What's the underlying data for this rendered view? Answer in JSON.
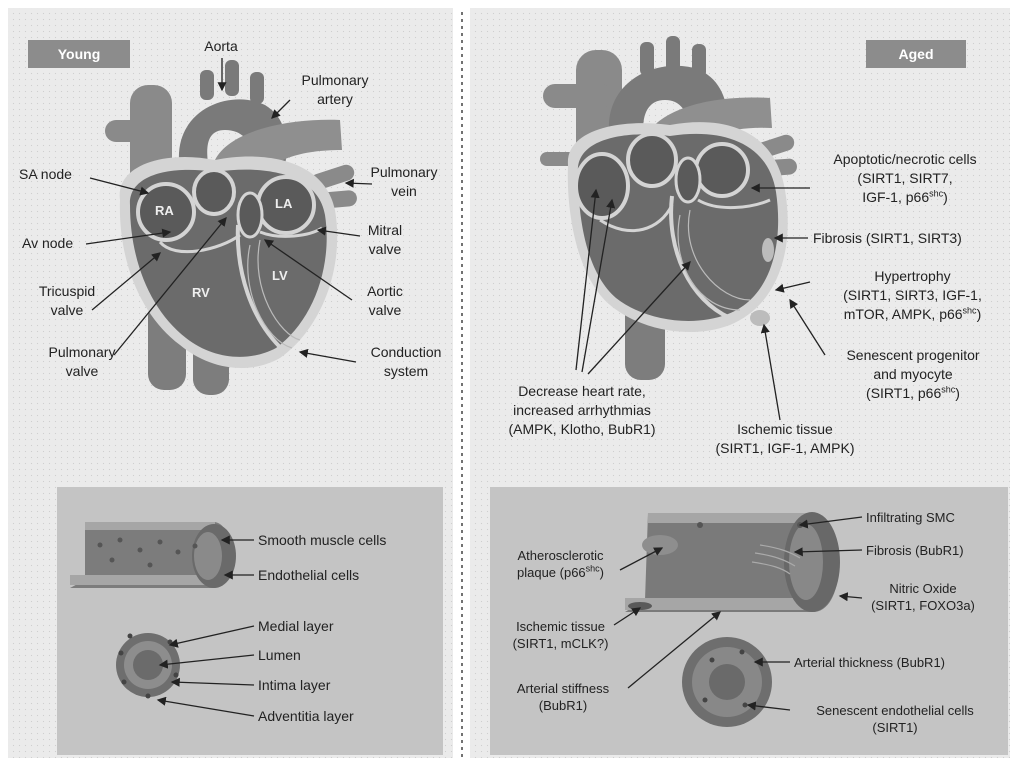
{
  "panels": {
    "young": {
      "tag": "Young"
    },
    "aged": {
      "tag": "Aged"
    }
  },
  "young_heart": {
    "aorta": "Aorta",
    "pulmonary_artery": [
      "Pulmonary",
      "artery"
    ],
    "sa_node": "SA node",
    "pulmonary_vein": [
      "Pulmonary",
      "vein"
    ],
    "av_node": "Av node",
    "mitral_valve": [
      "Mitral",
      "valve"
    ],
    "tricuspid_valve": [
      "Tricuspid",
      "valve"
    ],
    "aortic_valve": [
      "Aortic",
      "valve"
    ],
    "pulmonary_valve": [
      "Pulmonary",
      "valve"
    ],
    "conduction_system": [
      "Conduction",
      "system"
    ],
    "chambers": {
      "ra": "RA",
      "la": "LA",
      "rv": "RV",
      "lv": "LV"
    }
  },
  "aged_heart": {
    "apoptotic": {
      "l1": "Apoptotic/necrotic cells",
      "l2": "(SIRT1, SIRT7,",
      "l3a": "IGF-1, p66",
      "l3sup": "shc",
      "l3b": ")"
    },
    "fibrosis": "Fibrosis (SIRT1, SIRT3)",
    "hypertrophy": {
      "l1": "Hypertrophy",
      "l2": "(SIRT1, SIRT3, IGF-1,",
      "l3a": "mTOR, AMPK, p66",
      "l3sup": "shc",
      "l3b": ")"
    },
    "senescent": {
      "l1": "Senescent progenitor",
      "l2": "and myocyte",
      "l3a": "(SIRT1, p66",
      "l3sup": "shc",
      "l3b": ")"
    },
    "heart_rate": {
      "l1": "Decrease heart rate,",
      "l2": "increased arrhythmias",
      "l3": "(AMPK, Klotho, BubR1)"
    },
    "ischemic": {
      "l1": "Ischemic tissue",
      "l2": "(SIRT1, IGF-1, AMPK)"
    }
  },
  "young_vessel": {
    "smooth_muscle": "Smooth muscle cells",
    "endothelial": "Endothelial cells",
    "medial": "Medial layer",
    "lumen": "Lumen",
    "intima": "Intima layer",
    "adventitia": "Adventitia layer"
  },
  "aged_vessel": {
    "infiltrating": "Infiltrating SMC",
    "fibrosis": "Fibrosis (BubR1)",
    "nitric": {
      "l1": "Nitric Oxide",
      "l2": "(SIRT1, FOXO3a)"
    },
    "athero": {
      "l1": "Atherosclerotic",
      "l2a": "plaque (p66",
      "l2sup": "shc",
      "l2b": ")"
    },
    "ischemic": {
      "l1": "Ischemic tissue",
      "l2": "(SIRT1, mCLK?)"
    },
    "stiffness": {
      "l1": "Arterial stiffness",
      "l2": "(BubR1)"
    },
    "thickness": "Arterial thickness (BubR1)",
    "senescent": {
      "l1": "Senescent endothelial cells",
      "l2": "(SIRT1)"
    }
  }
}
